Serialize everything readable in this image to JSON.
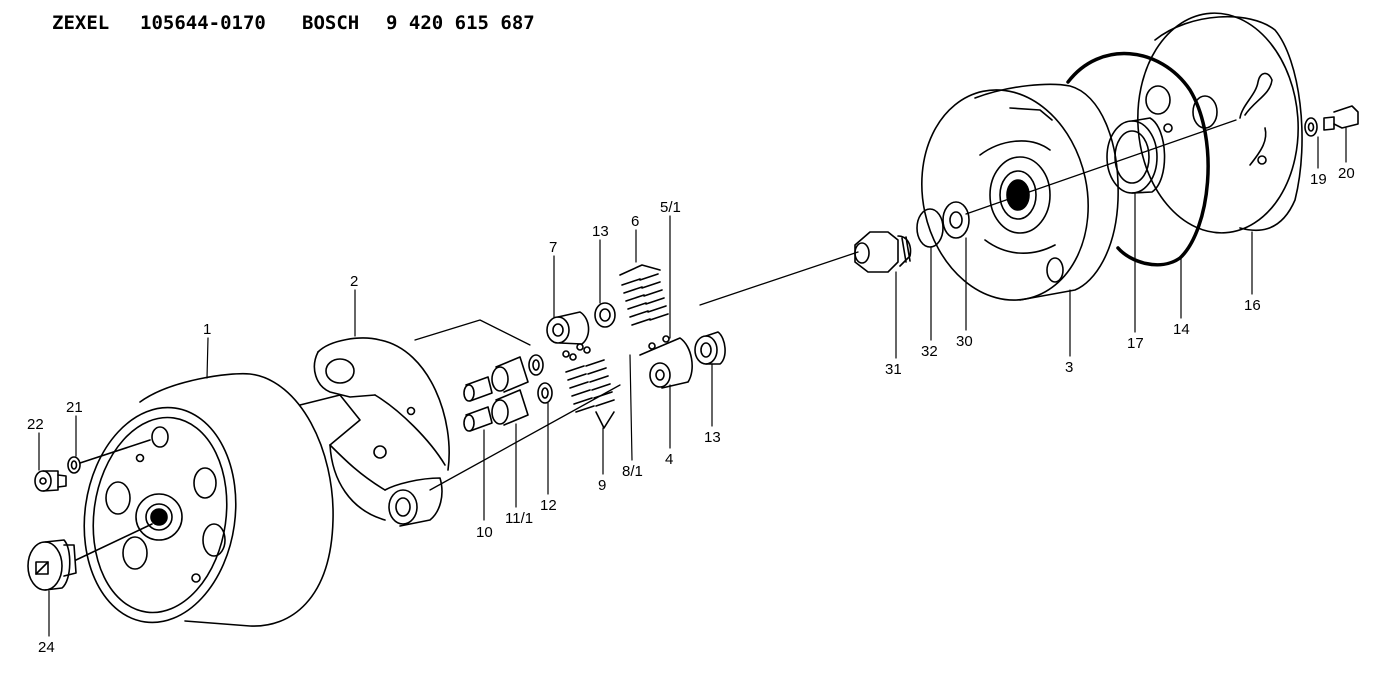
{
  "header": {
    "brand1": "ZEXEL",
    "part_no_1": "105644-0170",
    "brand2": "BOSCH",
    "part_no_2": "9 420 615 687"
  },
  "callouts": {
    "c1": "1",
    "c2": "2",
    "c3": "3",
    "c4": "4",
    "c5_1": "5/1",
    "c6": "6",
    "c7": "7",
    "c8_1": "8/1",
    "c9": "9",
    "c10": "10",
    "c11_1": "11/1",
    "c12": "12",
    "c13a": "13",
    "c13b": "13",
    "c14": "14",
    "c16": "16",
    "c17": "17",
    "c19": "19",
    "c20": "20",
    "c21": "21",
    "c22": "22",
    "c24": "24",
    "c30": "30",
    "c31": "31",
    "c32": "32"
  }
}
